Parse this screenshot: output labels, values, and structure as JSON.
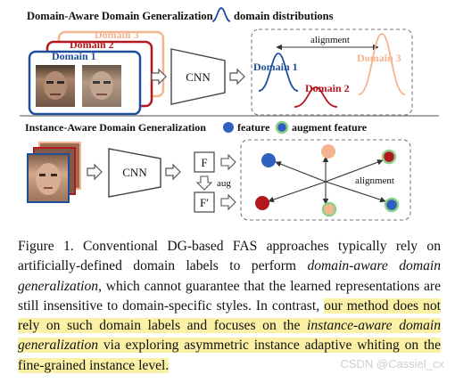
{
  "figure": {
    "top_panel": {
      "title": "Domain-Aware Domain Generalization",
      "legend_label": "domain distributions",
      "stack_labels": [
        "Domain 3",
        "Domain 2",
        "Domain 1"
      ],
      "cnn_label": "CNN",
      "alignment_label": "alignment",
      "curve_labels": [
        "Domain 1",
        "Domain 2",
        "Domain 3"
      ]
    },
    "bottom_panel": {
      "title": "Instance-Aware Domain Generalization",
      "legend_feature": "feature",
      "legend_augment": "augment feature",
      "cnn_label": "CNN",
      "f_label": "F",
      "aug_label": "aug",
      "fprime_label": "F′",
      "alignment_label": "alignment"
    },
    "colors": {
      "domain1": "#1f4e9c",
      "domain2": "#b3181f",
      "domain3": "#f3b48f",
      "feature_blue": "#2f5fbf",
      "augment_green": "#8ed08a"
    }
  },
  "caption": {
    "part1": "Figure 1. Conventional DG-based FAS approaches typically rely on artificially-defined domain labels to perform ",
    "em1": "domain-aware domain generalization",
    "part2": ", which cannot guarantee that the learned representations are still insensitive to domain-specific styles. In contrast, ",
    "hl_part1": "our method does not rely on such domain labels and focuses on the ",
    "hl_em": "instance-aware domain generalization",
    "hl_part2": " via exploring asymmetric instance adaptive whiting on the fine-grained instance level."
  },
  "watermark": "CSDN @Cassiel_cx"
}
